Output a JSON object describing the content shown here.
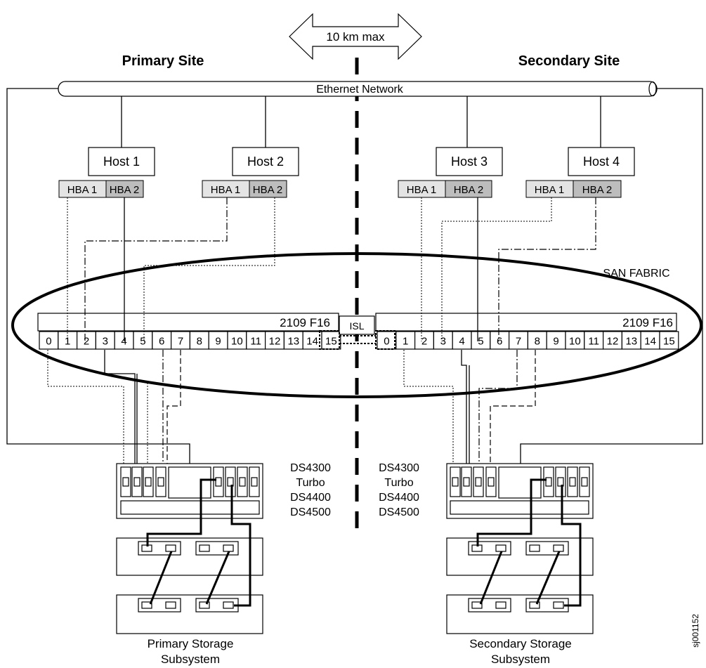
{
  "distance_label": "10 km max",
  "primary_site_label": "Primary Site",
  "secondary_site_label": "Secondary Site",
  "network_label": "Ethernet Network",
  "fabric_label": "SAN FABRIC",
  "hosts": [
    {
      "name": "Host 1",
      "hba1": "HBA 1",
      "hba2": "HBA 2"
    },
    {
      "name": "Host 2",
      "hba1": "HBA 1",
      "hba2": "HBA 2"
    },
    {
      "name": "Host 3",
      "hba1": "HBA 1",
      "hba2": "HBA 2"
    },
    {
      "name": "Host 4",
      "hba1": "HBA 1",
      "hba2": "HBA 2"
    }
  ],
  "switches": [
    {
      "model": "2109 F16",
      "ports": [
        "0",
        "1",
        "2",
        "3",
        "4",
        "5",
        "6",
        "7",
        "8",
        "9",
        "10",
        "11",
        "12",
        "13",
        "14",
        "15"
      ]
    },
    {
      "model": "2109 F16",
      "ports": [
        "0",
        "1",
        "2",
        "3",
        "4",
        "5",
        "6",
        "7",
        "8",
        "9",
        "10",
        "11",
        "12",
        "13",
        "14",
        "15"
      ]
    }
  ],
  "isl_label": "ISL",
  "storage_models_left": [
    "DS4300",
    "Turbo",
    "DS4400",
    "DS4500"
  ],
  "storage_models_right": [
    "DS4300",
    "Turbo",
    "DS4400",
    "DS4500"
  ],
  "primary_storage_label": [
    "Primary Storage",
    "Subsystem"
  ],
  "secondary_storage_label": [
    "Secondary Storage",
    "Subsystem"
  ],
  "figure_id": "sj001152"
}
